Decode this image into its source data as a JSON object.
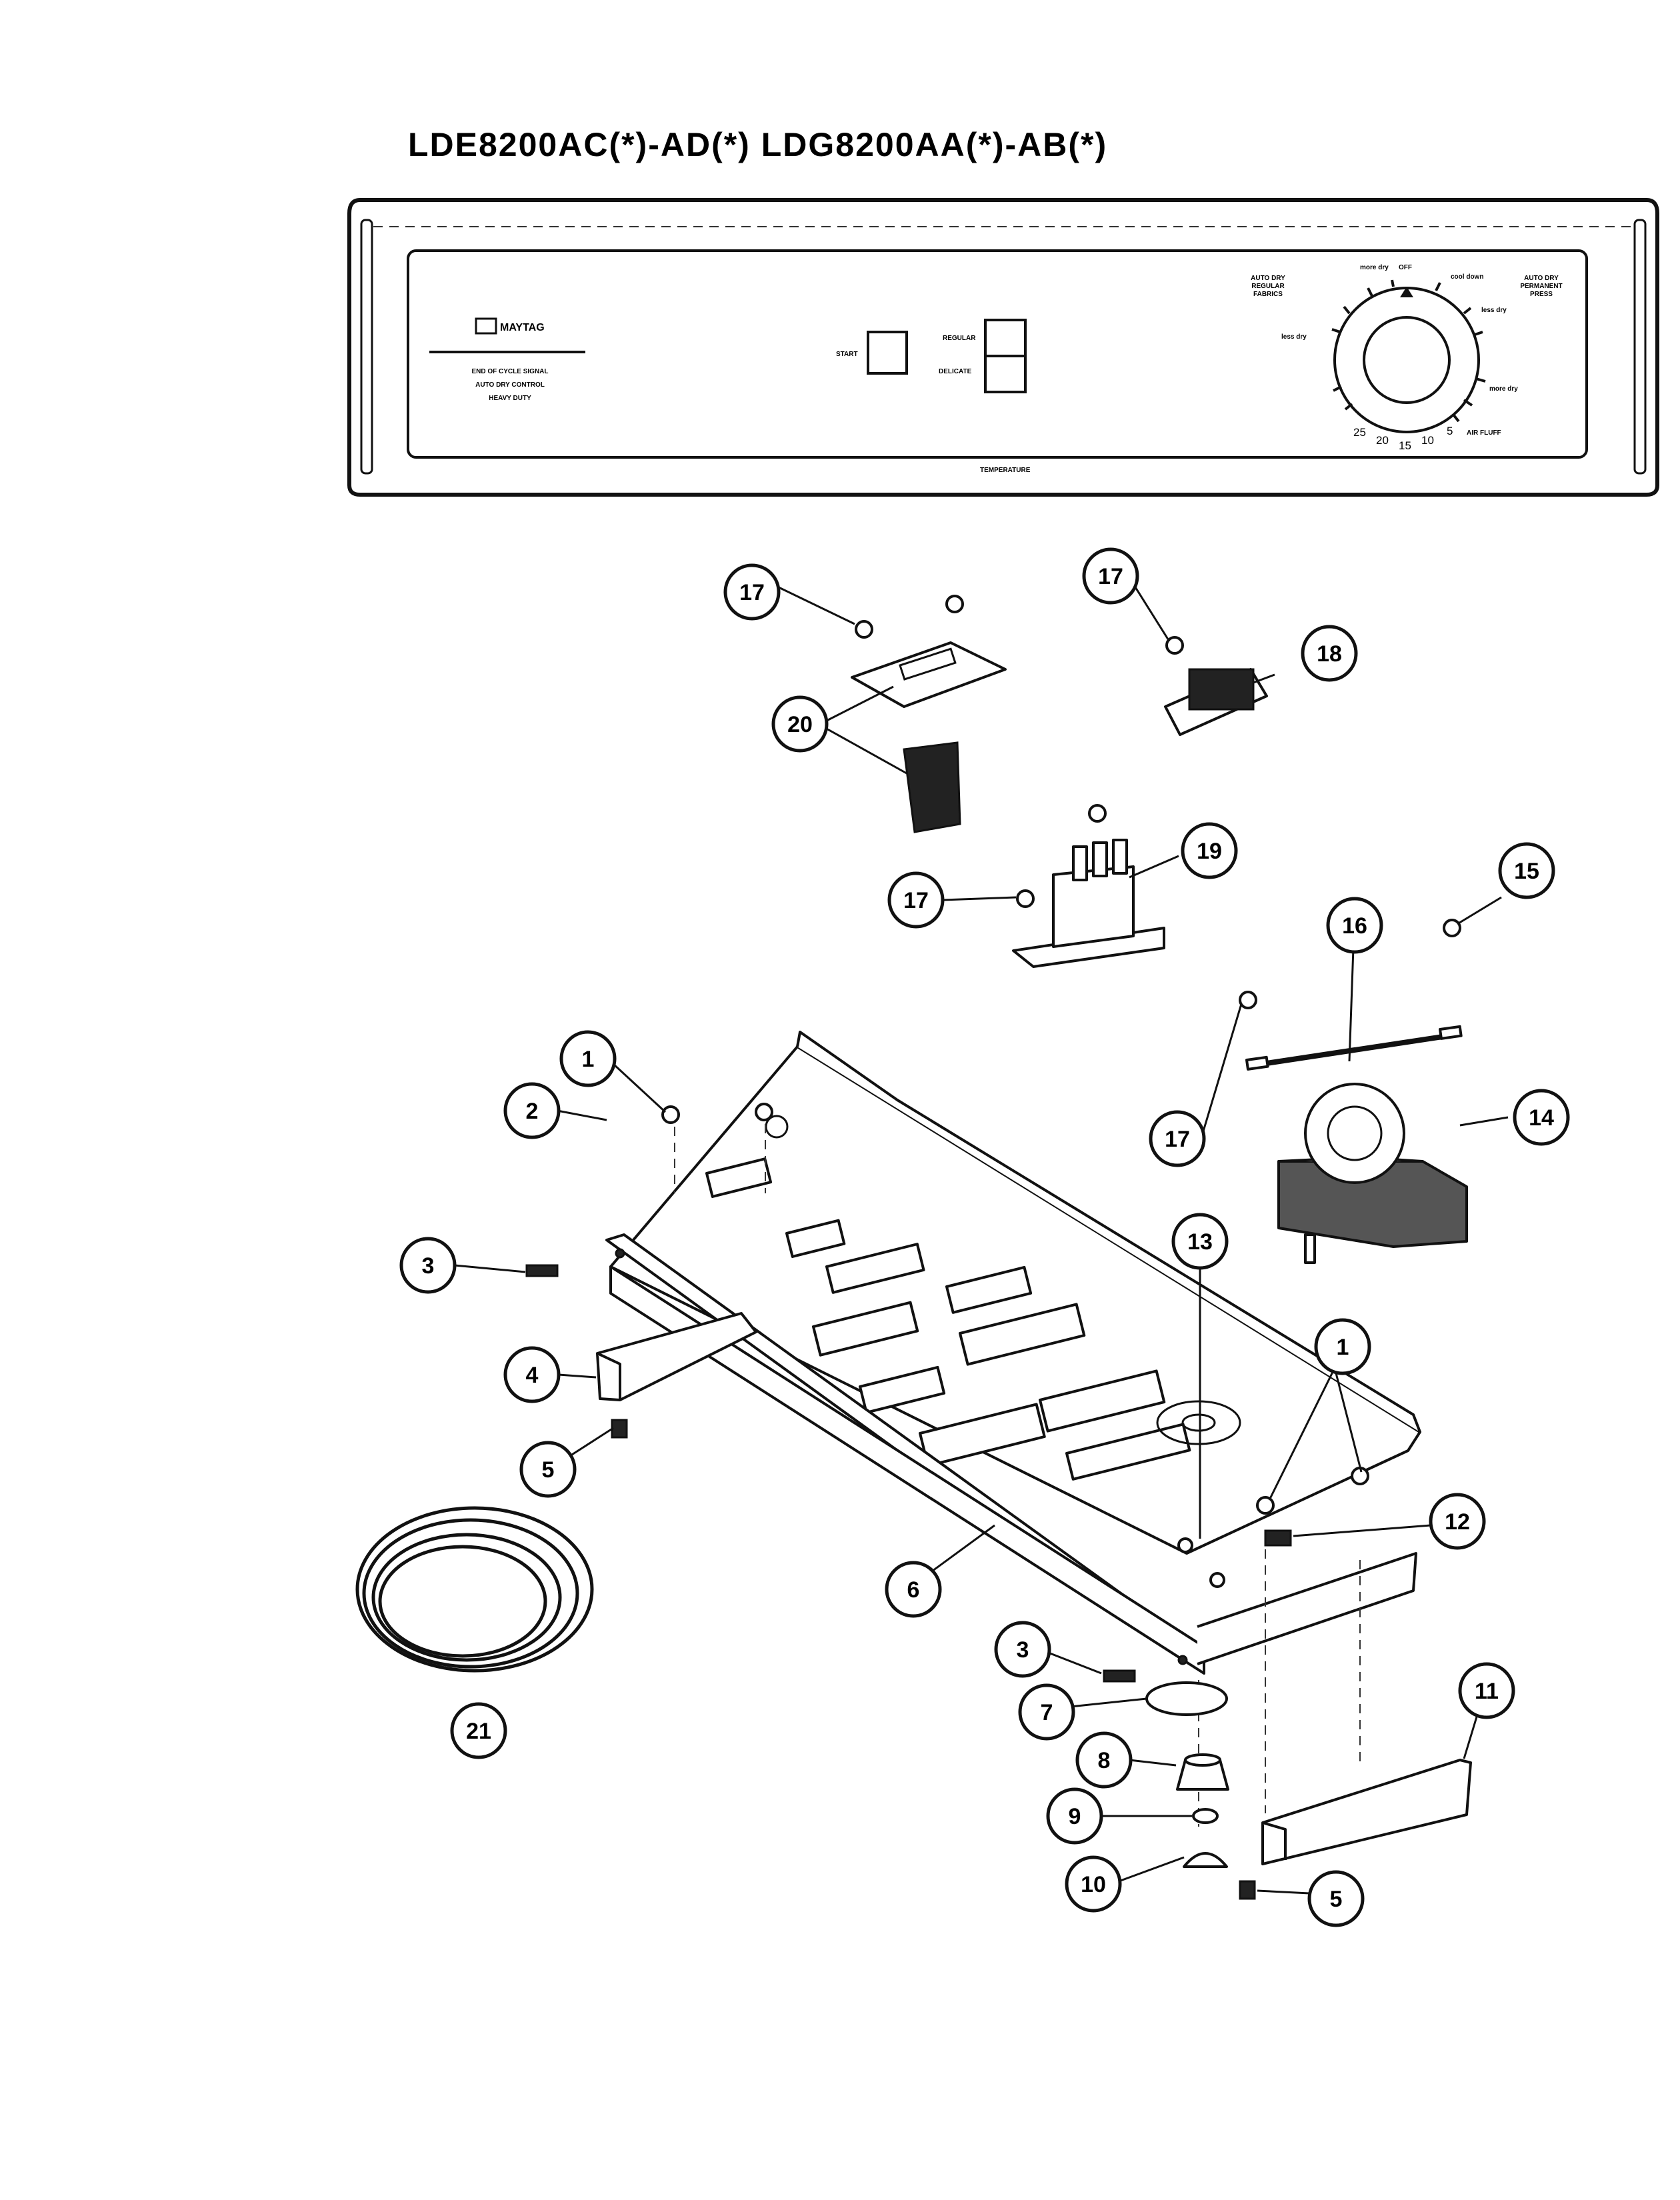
{
  "header": {
    "model_numbers": "LDE8200AC(*)-AD(*)   LDG8200AA(*)-AB(*)"
  },
  "control_panel": {
    "brand": "MAYTAG",
    "features": [
      "END OF CYCLE SIGNAL",
      "AUTO DRY CONTROL",
      "HEAVY DUTY"
    ],
    "start_label": "START",
    "regular_label": "REGULAR",
    "delicate_label": "DELICATE",
    "timer_left_label": [
      "AUTO DRY",
      "REGULAR",
      "FABRICS"
    ],
    "timer_right_label": [
      "AUTO DRY",
      "PERMANENT",
      "PRESS"
    ],
    "dial_labels": {
      "more_dry_top": "more dry",
      "off": "OFF",
      "cool_down": "cool down",
      "less_dry_right": "less dry",
      "less_dry_left": "less dry",
      "more_dry_right": "more dry"
    },
    "time_marks": [
      "25",
      "20",
      "15",
      "10",
      "5"
    ],
    "air_fluff": "AIR FLUFF",
    "temperature_label": "TEMPERATURE"
  },
  "callouts": [
    "1",
    "2",
    "3",
    "4",
    "5",
    "6",
    "7",
    "8",
    "9",
    "10",
    "11",
    "12",
    "13",
    "14",
    "15",
    "16",
    "17",
    "18",
    "19",
    "20",
    "21"
  ]
}
